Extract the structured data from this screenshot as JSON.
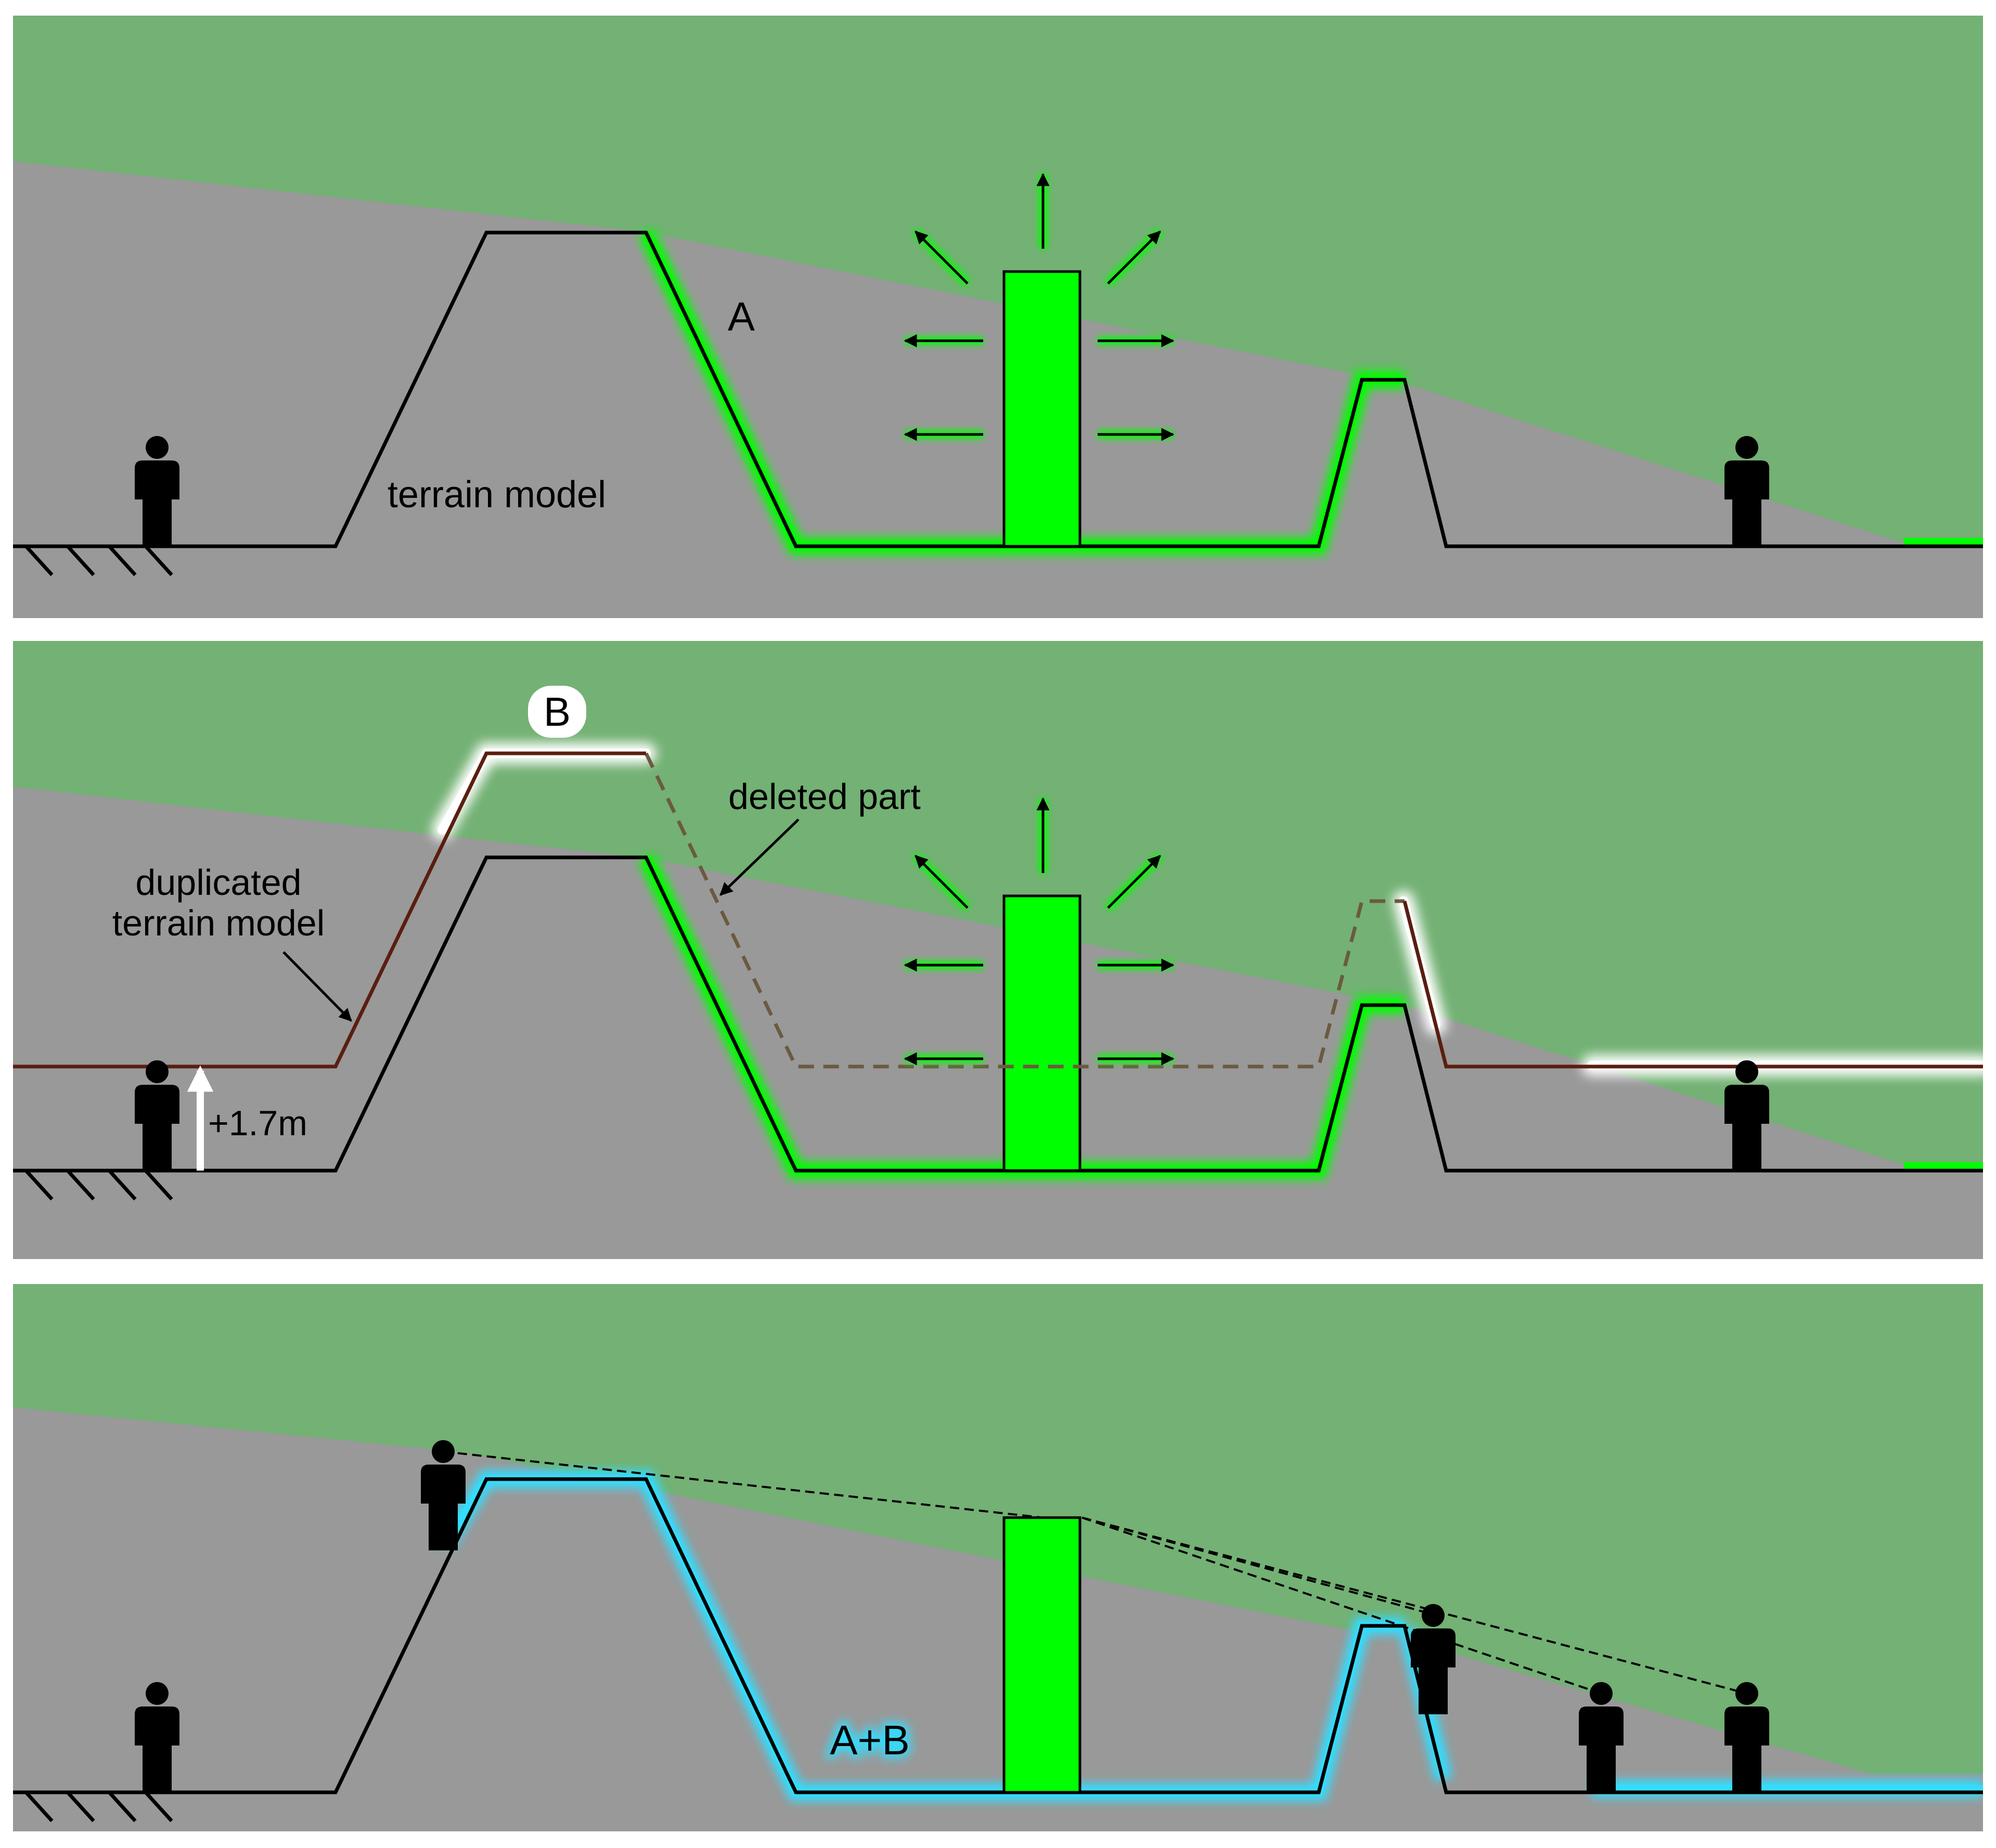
{
  "colors": {
    "sky": "#73b174",
    "terrain": "#999999",
    "outline": "#000000",
    "visible_green": "#00ff00",
    "visible_cyan": "#33ddff",
    "duplicate_line": "#5a1e10",
    "deleted_dash": "#6b5a40",
    "highlight_white": "#ffffff"
  },
  "panels": [
    {
      "id": "panel-1",
      "labels": {
        "area": "A",
        "terrain": "terrain model"
      }
    },
    {
      "id": "panel-2",
      "labels": {
        "area": "B",
        "deleted": "deleted part",
        "duplicated_line1": "duplicated",
        "duplicated_line2": "terrain model",
        "offset": "+1.7m"
      }
    },
    {
      "id": "panel-3",
      "labels": {
        "area": "A+B"
      }
    }
  ],
  "icons": [
    "person-icon",
    "ground-hatch-icon",
    "arrow-icon",
    "tower-icon"
  ]
}
